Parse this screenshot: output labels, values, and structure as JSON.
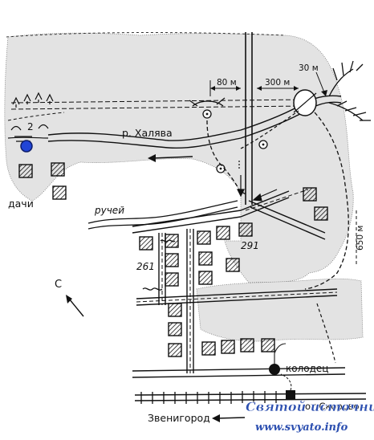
{
  "map": {
    "labels": {
      "river": "р. Халява",
      "creek": "ручей",
      "dachas": "дачи",
      "well": "колодец",
      "zvenigorod": "Звенигород",
      "north": "С",
      "plot_2": "2",
      "house_261": "261",
      "house_291": "291",
      "dist_80": "80 м",
      "dist_300": "300 м",
      "dist_30": "30 м",
      "dist_650": "650 м",
      "from_skorovo": "от Скорово"
    },
    "watermark": {
      "title": "Святой источник",
      "url": "www.svyato.info"
    },
    "colors": {
      "ink": "#1a1a1a",
      "forest": "#e4e4e4",
      "watermark": "#2c4fb0",
      "marker": "#2145d6"
    }
  }
}
